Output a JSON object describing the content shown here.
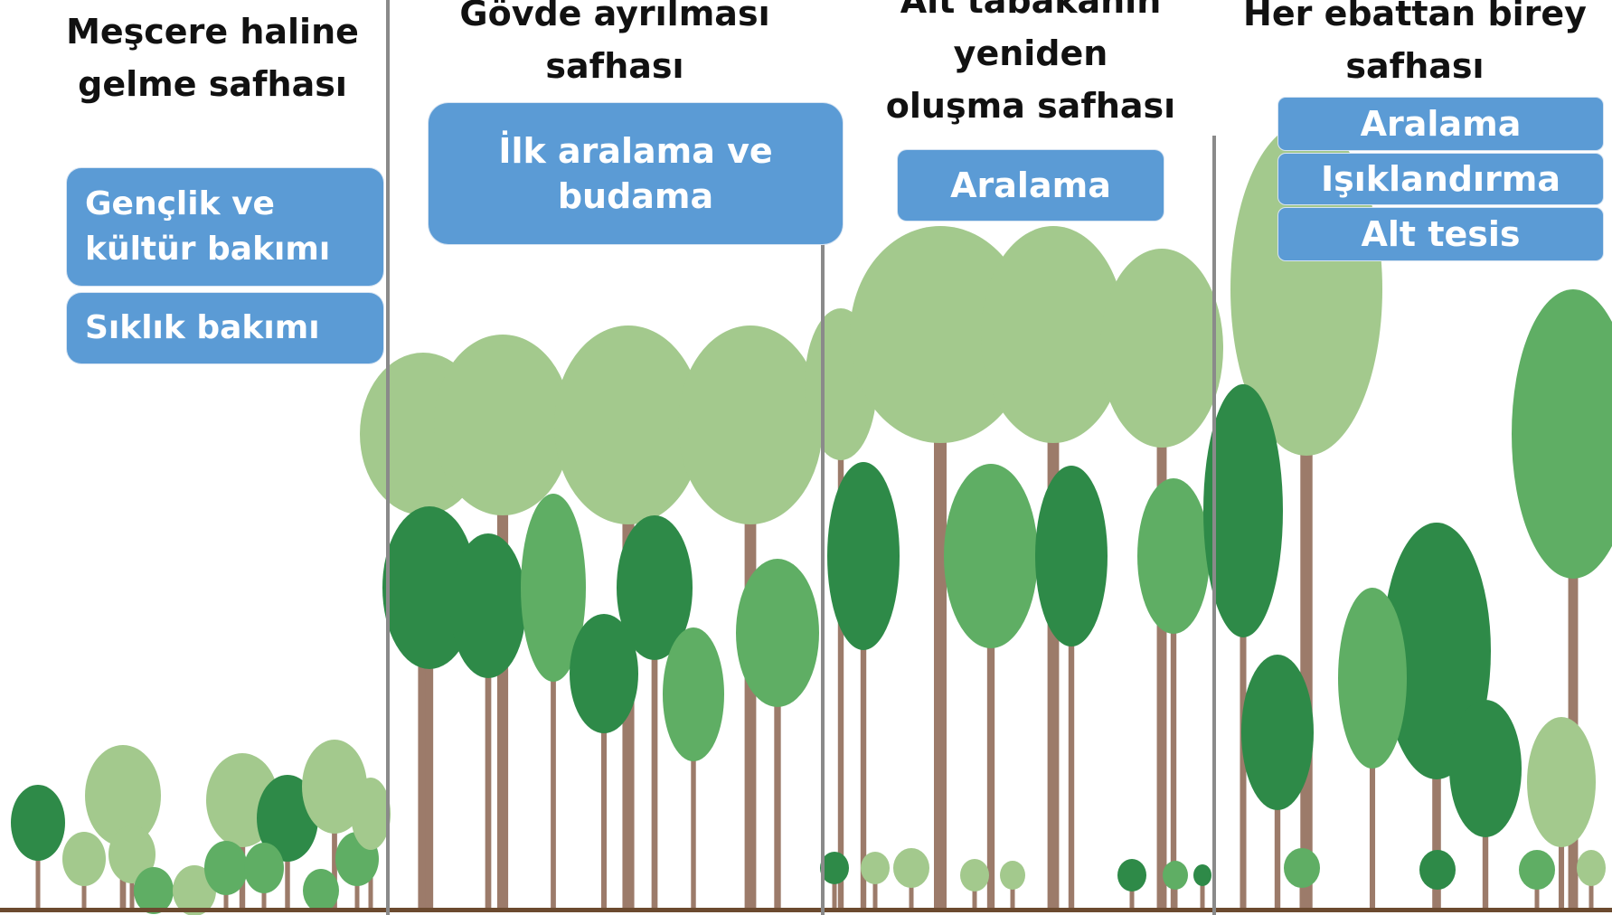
{
  "stages": [
    {
      "title": "Meşcere haline\ngelme safhası",
      "actions": [
        "Gençlik ve\nkültür bakımı",
        "Sıklık bakımı"
      ]
    },
    {
      "title": "Gövde ayrılması\nsafhası",
      "actions": [
        "İlk aralama ve\nbudama"
      ]
    },
    {
      "title": "Alt tabakanın\nyeniden\noluşma safhası",
      "actions": [
        "Aralama"
      ]
    },
    {
      "title": "Her ebattan birey\nsafhası",
      "actions": [
        "Aralama",
        "Işıklandırma",
        "Alt tesis"
      ]
    }
  ],
  "colors": {
    "box_fill": "#5b9bd5",
    "box_text": "#ffffff",
    "title_text": "#111111",
    "tree_light": "#a3c98d",
    "tree_mid": "#5fae64",
    "tree_dark": "#2e8a48",
    "trunk": "#9c7b6a",
    "ground": "#6b4a2f",
    "divider": "#8a8a8a"
  },
  "icons": [
    "tree-icon",
    "ground-line"
  ]
}
